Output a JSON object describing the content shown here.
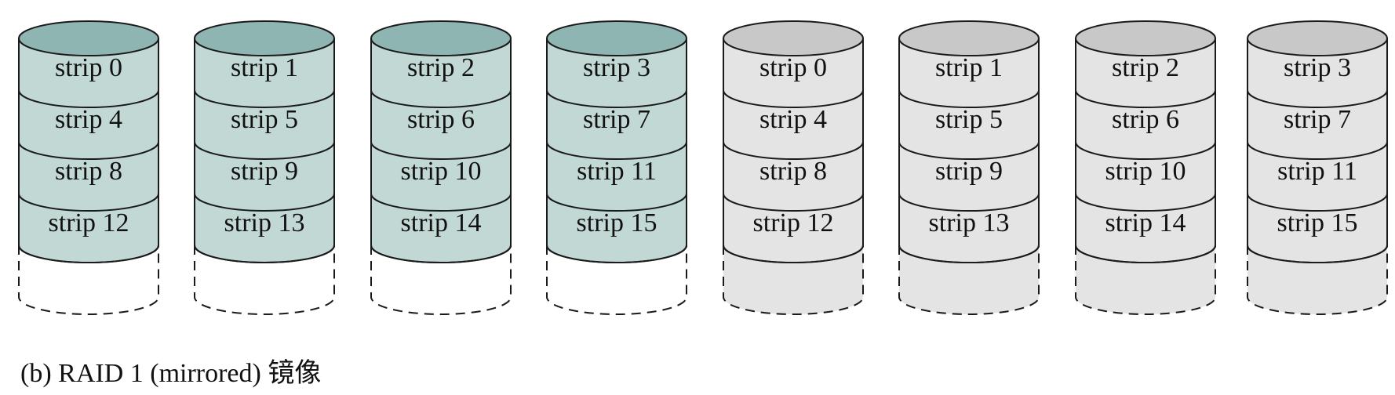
{
  "caption": "(b) RAID 1 (mirrored) 镜像",
  "colors": {
    "primary_top": "#8fb5b2",
    "primary_body": "#c2d8d4",
    "mirror_top": "#c8c8c8",
    "mirror_body": "#e4e4e4",
    "outline": "#1a1a1a"
  },
  "disks": [
    {
      "group": "primary",
      "strips": [
        "strip 0",
        "strip 4",
        "strip 8",
        "strip 12"
      ]
    },
    {
      "group": "primary",
      "strips": [
        "strip 1",
        "strip 5",
        "strip 9",
        "strip 13"
      ]
    },
    {
      "group": "primary",
      "strips": [
        "strip 2",
        "strip 6",
        "strip 10",
        "strip 14"
      ]
    },
    {
      "group": "primary",
      "strips": [
        "strip 3",
        "strip 7",
        "strip 11",
        "strip 15"
      ]
    },
    {
      "group": "mirror",
      "strips": [
        "strip 0",
        "strip 4",
        "strip 8",
        "strip 12"
      ]
    },
    {
      "group": "mirror",
      "strips": [
        "strip 1",
        "strip 5",
        "strip 9",
        "strip 13"
      ]
    },
    {
      "group": "mirror",
      "strips": [
        "strip 2",
        "strip 6",
        "strip 10",
        "strip 14"
      ]
    },
    {
      "group": "mirror",
      "strips": [
        "strip 3",
        "strip 7",
        "strip 11",
        "strip 15"
      ]
    }
  ]
}
